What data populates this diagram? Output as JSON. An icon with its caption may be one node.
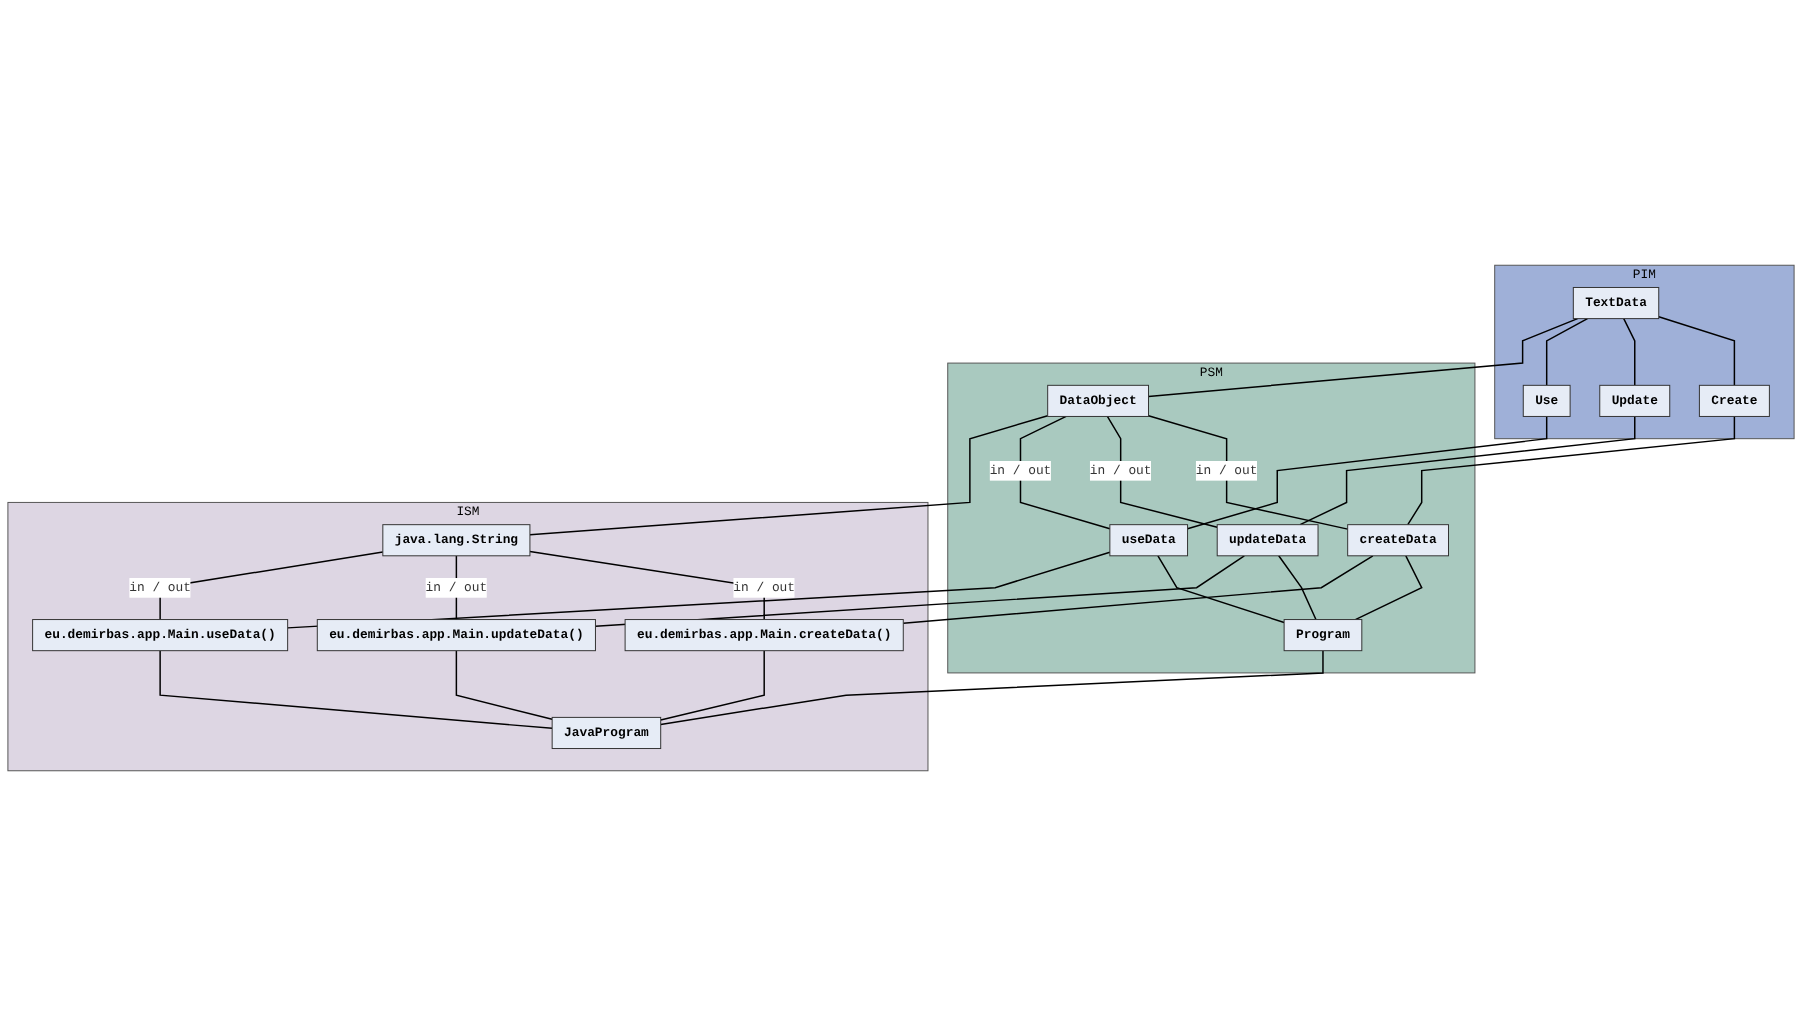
{
  "diagram": {
    "nodes": [
      {
        "text": [
          "PIM"
        ]
      },
      {
        "text": [
          "PSM"
        ]
      },
      {
        "text": [
          "ISM"
        ]
      },
      {
        "text": [
          "Create"
        ],
        "in": 0
      },
      {
        "text": [
          "TextData"
        ],
        "in": 0
      },
      {
        "text": [
          "Update"
        ],
        "in": 0
      },
      {
        "text": [
          "Use"
        ],
        "in": 0
      },
      {
        "text": [
          "createData"
        ],
        "in": 1
      },
      {
        "text": [
          "Program"
        ],
        "in": 1
      },
      {
        "text": [
          "DataObject"
        ],
        "in": 1
      },
      {
        "text": [
          "updateData"
        ],
        "in": 1
      },
      {
        "text": [
          "useData"
        ],
        "in": 1
      },
      {
        "text": [
          "eu.demirbas.app.Main.createData()"
        ],
        "in": 2
      },
      {
        "text": [
          "JavaProgram"
        ],
        "in": 2
      },
      {
        "text": [
          "java.lang.String"
        ],
        "in": 2
      },
      {
        "text": [
          "eu.demirbas.app.Main.updateData()"
        ],
        "in": 2
      },
      {
        "text": [
          "eu.demirbas.app.Main.useData()"
        ],
        "in": 2
      }
    ],
    "edges": [
      {
        "from": 4,
        "to": 3,
        "arrow": "none"
      },
      {
        "from": 4,
        "to": 5,
        "arrow": "none"
      },
      {
        "from": 4,
        "to": 6,
        "arrow": "none"
      },
      {
        "from": 4,
        "to": 9,
        "arrow": "none"
      },
      {
        "from": 9,
        "to": 7,
        "label": "in / out",
        "arrow": "none"
      },
      {
        "from": 9,
        "to": 10,
        "label": "in / out",
        "arrow": "none"
      },
      {
        "from": 9,
        "to": 11,
        "label": "in / out",
        "arrow": "none"
      },
      {
        "from": 3,
        "to": 7,
        "arrow": "none"
      },
      {
        "from": 5,
        "to": 10,
        "arrow": "none"
      },
      {
        "from": 6,
        "to": 11,
        "arrow": "none"
      },
      {
        "from": 7,
        "to": 8,
        "arrow": "none"
      },
      {
        "from": 10,
        "to": 8,
        "arrow": "none"
      },
      {
        "from": 11,
        "to": 8,
        "arrow": "none"
      },
      {
        "from": 7,
        "to": 12,
        "arrow": "none"
      },
      {
        "from": 10,
        "to": 15,
        "arrow": "none"
      },
      {
        "from": 11,
        "to": 16,
        "arrow": "none"
      },
      {
        "from": 8,
        "to": 13,
        "arrow": "none"
      },
      {
        "from": 12,
        "to": 13,
        "arrow": "none"
      },
      {
        "from": 15,
        "to": 13,
        "arrow": "none"
      },
      {
        "from": 16,
        "to": 13,
        "arrow": "none"
      },
      {
        "from": 9,
        "to": 14,
        "arrow": "none"
      },
      {
        "from": 14,
        "to": 12,
        "label": "in / out",
        "arrow": "none"
      },
      {
        "from": 14,
        "to": 15,
        "label": "in / out",
        "arrow": "none"
      },
      {
        "from": 14,
        "to": 16,
        "label": "in / out",
        "arrow": "none"
      }
    ]
  }
}
